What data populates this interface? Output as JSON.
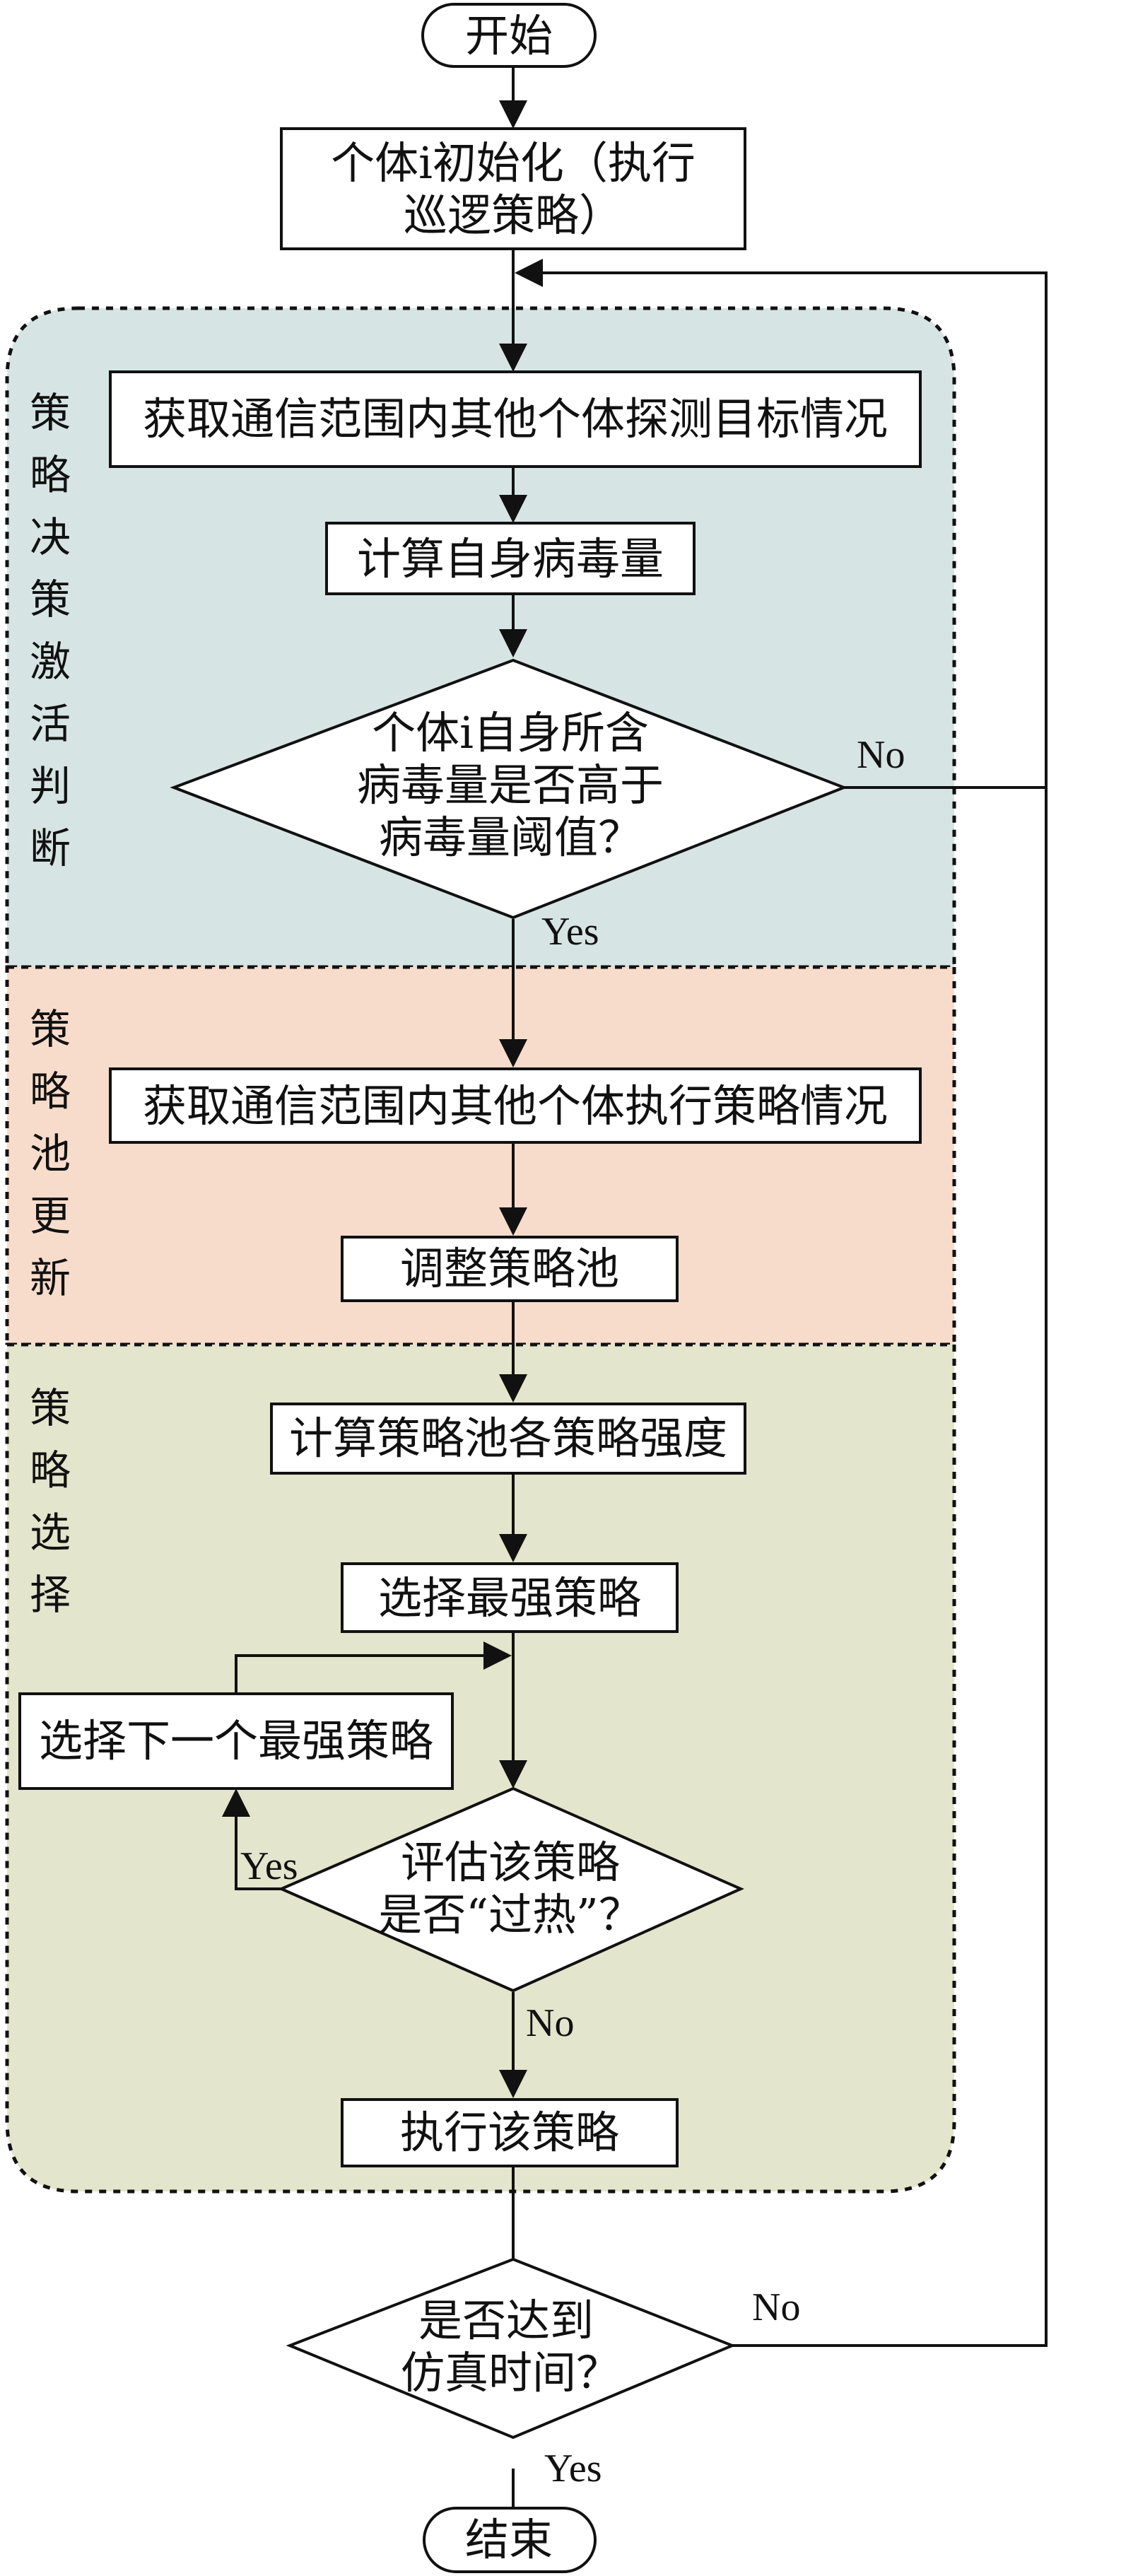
{
  "colors": {
    "section_decision": "#d7e4e4",
    "section_pool": "#f8dccb",
    "section_select": "#e3e5cc",
    "border": "#111111"
  },
  "nodes": {
    "start": "开始",
    "init_line1": "个体i初始化（执行",
    "init_line2": "巡逻策略）",
    "acquire_detect": "获取通信范围内其他个体探测目标情况",
    "calc_virus": "计算自身病毒量",
    "decision1_line1": "个体i自身所含",
    "decision1_line2": "病毒量是否高于",
    "decision1_line3": "病毒量阈值？",
    "acquire_strategy": "获取通信范围内其他个体执行策略情况",
    "adjust_pool": "调整策略池",
    "calc_strength": "计算策略池各策略强度",
    "select_strongest": "选择最强策略",
    "select_next": "选择下一个最强策略",
    "decision2_line1": "评估该策略",
    "decision2_line2": "是否“过热”？",
    "execute": "执行该策略",
    "decision3_line1": "是否达到",
    "decision3_line2": "仿真时间？",
    "end": "结束"
  },
  "sections": {
    "decision": [
      "策",
      "略",
      "决",
      "策",
      "激",
      "活",
      "判",
      "断"
    ],
    "pool": [
      "策",
      "略",
      "池",
      "更",
      "新"
    ],
    "select": [
      "策",
      "略",
      "选",
      "择"
    ]
  },
  "labels": {
    "d1_no": "No",
    "d1_yes": "Yes",
    "d2_yes": "Yes",
    "d2_no": "No",
    "d3_no": "No",
    "d3_yes": "Yes"
  }
}
